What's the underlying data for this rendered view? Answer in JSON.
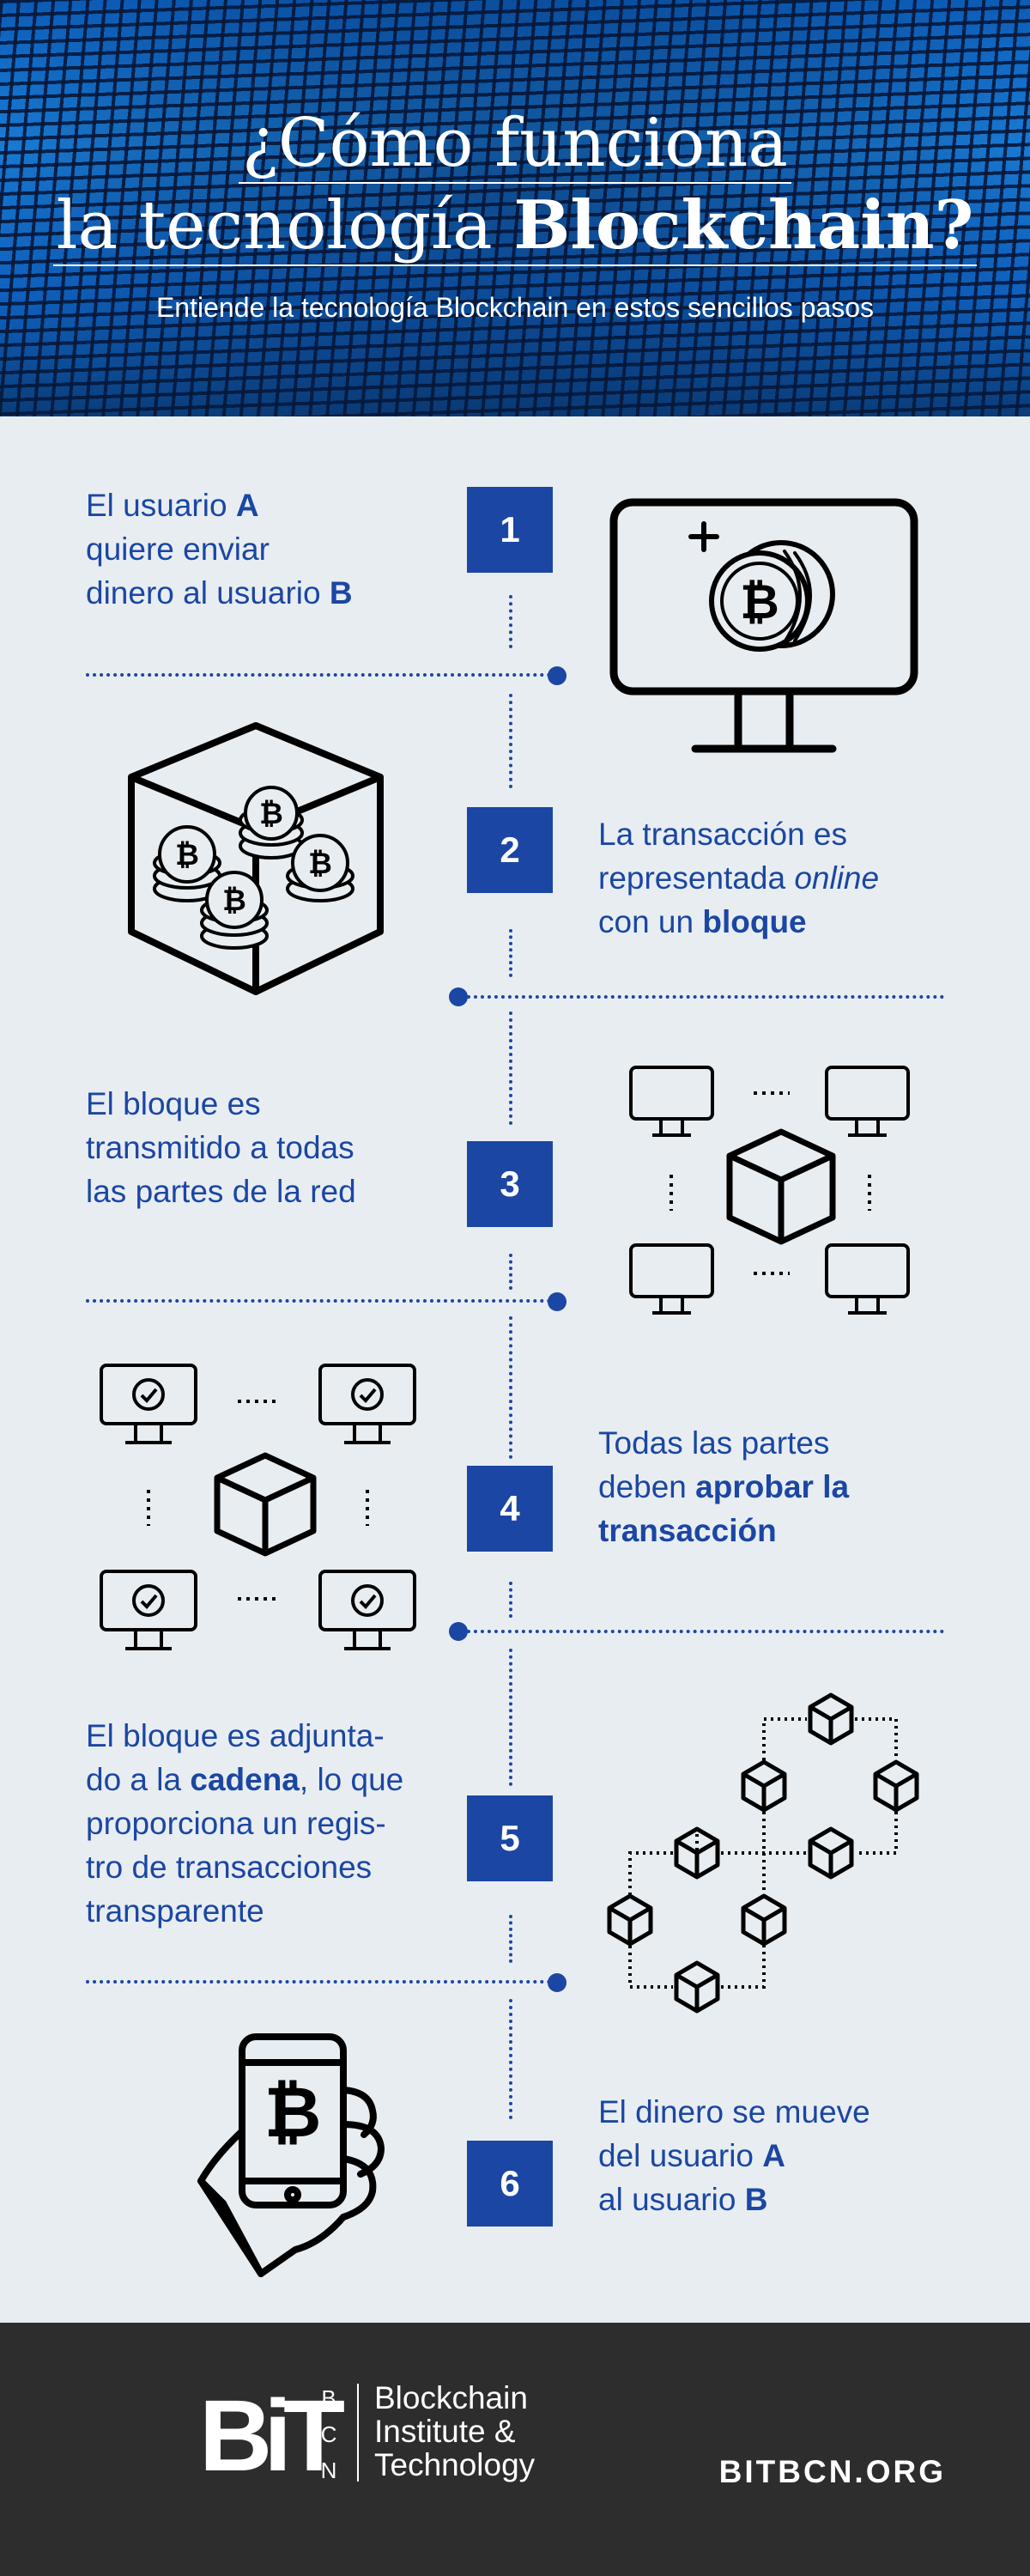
{
  "header": {
    "title_line1": "¿Cómo funciona",
    "title_line2_prefix": "la tecnología",
    "title_line2_bold": "Blockchain?",
    "subtitle": "Entiende la tecnología Blockchain en estos sencillos pasos"
  },
  "steps": [
    {
      "number": "1",
      "icon": "monitor-bitcoin-icon",
      "text": {
        "a": "El usuario",
        "a_bold": "A",
        "b": "quiere enviar",
        "c": "dinero al usuario",
        "c_bold": "B"
      }
    },
    {
      "number": "2",
      "icon": "cube-coins-icon",
      "text": {
        "a": "La transacción es",
        "b": "representada",
        "b_italic": "online",
        "c": "con un",
        "c_bold": "bloque"
      }
    },
    {
      "number": "3",
      "icon": "network-broadcast-icon",
      "text": {
        "a": "El bloque es",
        "b": "transmitido a todas",
        "c": "las partes de la red"
      }
    },
    {
      "number": "4",
      "icon": "network-approval-icon",
      "text": {
        "a": "Todas las partes",
        "b": "deben",
        "b_bold": "aprobar la",
        "c_bold": "transacción"
      }
    },
    {
      "number": "5",
      "icon": "block-chain-icon",
      "text": {
        "a": "El bloque es adjunta-",
        "b": "do a la",
        "b_bold": "cadena",
        "b_end": ", lo que",
        "c": "proporciona un regis-",
        "d": "tro de transacciones",
        "e": "transparente"
      }
    },
    {
      "number": "6",
      "icon": "hand-phone-bitcoin-icon",
      "text": {
        "a": "El dinero se mueve",
        "b": "del usuario",
        "b_bold": "A",
        "c": "al usuario",
        "c_bold": "B"
      }
    }
  ],
  "footer": {
    "logo_mark": "BiT",
    "logo_sub_letters": [
      "B",
      "C",
      "N"
    ],
    "org_line1": "Blockchain",
    "org_line2": "Institute &",
    "org_line3": "Technology",
    "url": "BITBCN.ORG"
  },
  "colors": {
    "accent": "#1b46a3",
    "background": "#e8edf1",
    "footer": "#2d2d2d",
    "header": "#0a3c78"
  }
}
